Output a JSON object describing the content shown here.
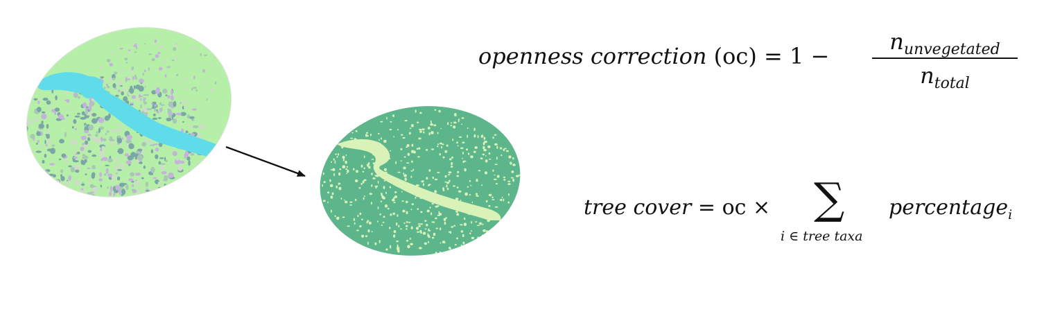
{
  "colors": {
    "land_light": "#b6efa8",
    "water": "#5fdbe9",
    "conifer": "#7aa7a6",
    "mixed": "#a9c7b6",
    "shrub": "#c5b3db",
    "bare": "#cfdcc8",
    "tree": "#5db58c",
    "unvegetated": "#d8f2b8",
    "arrow": "#111111"
  },
  "formula1": {
    "lhs_text": "openness correction",
    "lhs_paren": "(oc)",
    "equals": "= 1 −",
    "numerator_var": "n",
    "numerator_sub": "unvegetated",
    "denominator_var": "n",
    "denominator_sub": "total"
  },
  "formula2": {
    "lhs_text": "tree cover",
    "equals": "= oc ×",
    "sum_symbol": "∑",
    "sum_index": "i ∈ tree taxa",
    "term": "percentage",
    "term_sub": "i"
  }
}
